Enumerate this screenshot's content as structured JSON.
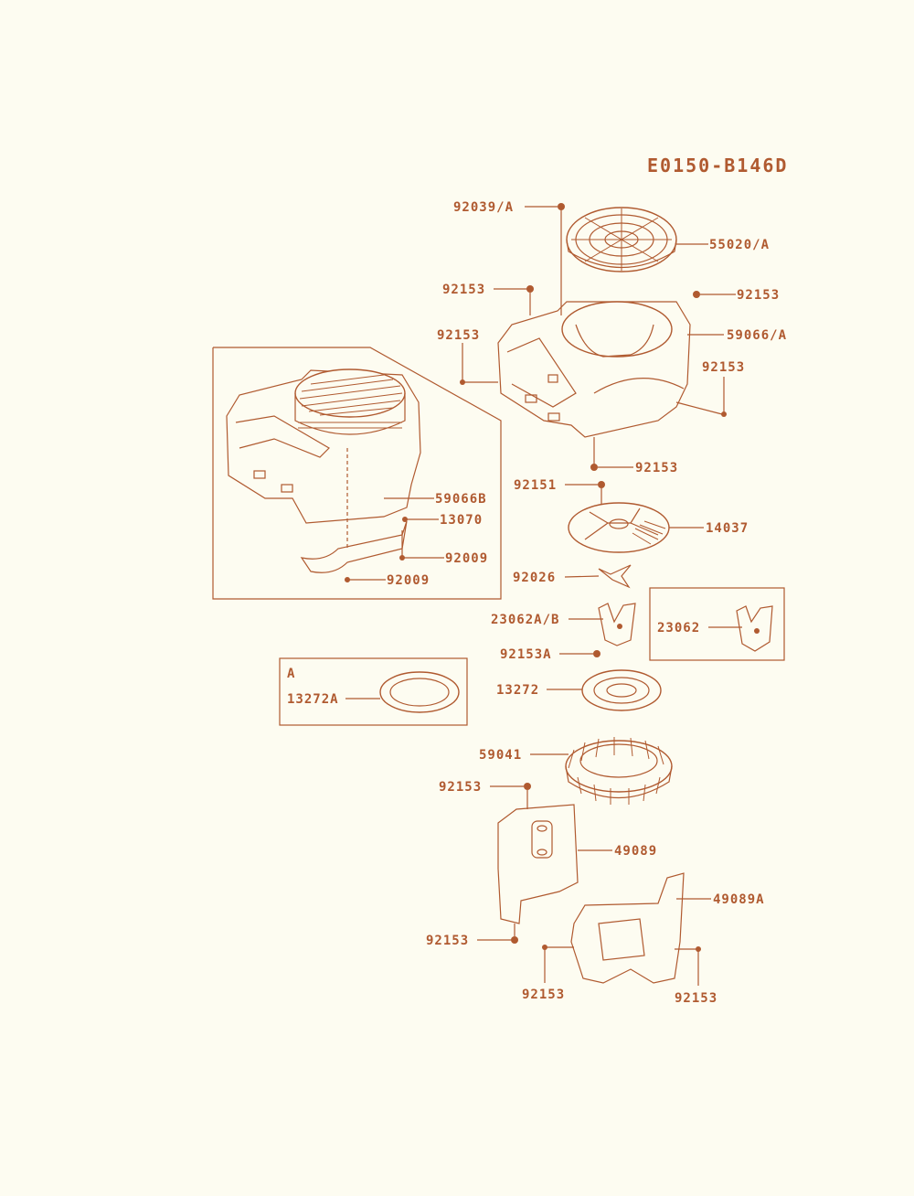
{
  "diagram_code": "E0150-B146D",
  "inset_a_label": "A",
  "parts": {
    "p92039A": "92039/A",
    "p55020A": "55020/A",
    "p92153_a": "92153",
    "p92153_b": "92153",
    "p92153_c": "92153",
    "p59066A": "59066/A",
    "p92153_d": "92153",
    "p92153_e": "92153",
    "p59066B": "59066B",
    "p13070": "13070",
    "p92009_a": "92009",
    "p92009_b": "92009",
    "p92151": "92151",
    "p14037": "14037",
    "p92026": "92026",
    "p23062AB": "23062A/B",
    "p23062": "23062",
    "p92153A": "92153A",
    "p13272": "13272",
    "p13272A": "13272A",
    "p59041": "59041",
    "p92153_f": "92153",
    "p49089": "49089",
    "p49089A": "49089A",
    "p92153_g": "92153",
    "p92153_h": "92153",
    "p92153_i": "92153"
  },
  "colors": {
    "ink": "#b05a30",
    "paper": "#fdfcf1"
  }
}
